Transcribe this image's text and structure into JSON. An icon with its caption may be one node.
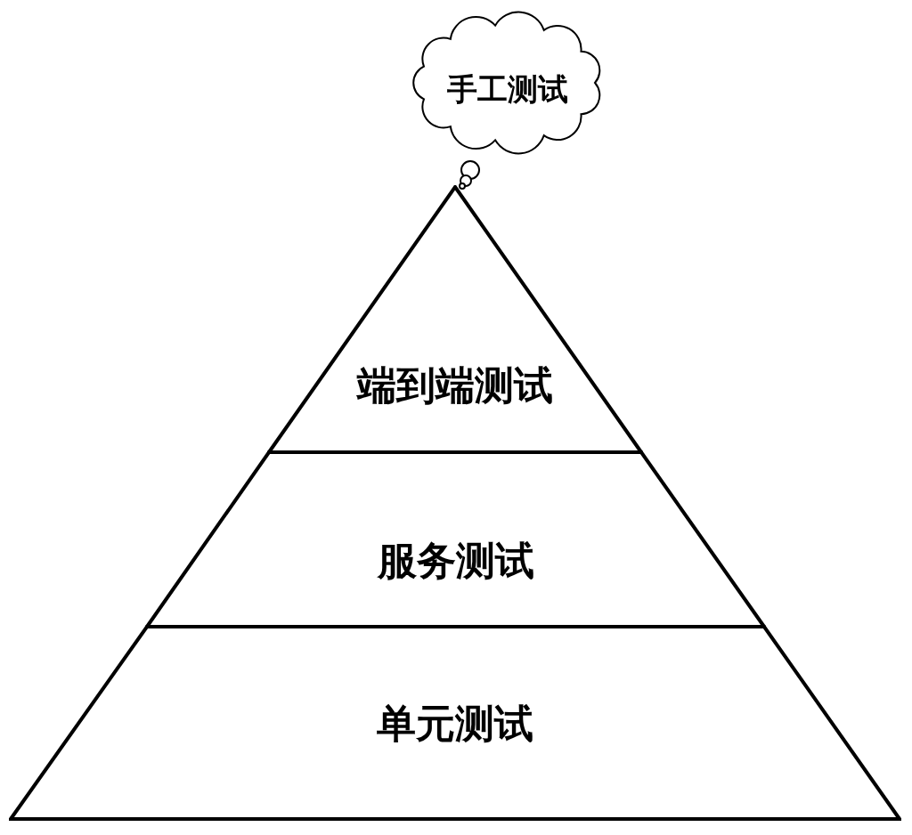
{
  "diagram": {
    "nodes": [
      {
        "text": [
          "手工测试"
        ]
      },
      {
        "text": [
          "端到端测试"
        ]
      },
      {
        "text": [
          "服务测试"
        ]
      },
      {
        "text": [
          "单元测试"
        ]
      }
    ]
  }
}
